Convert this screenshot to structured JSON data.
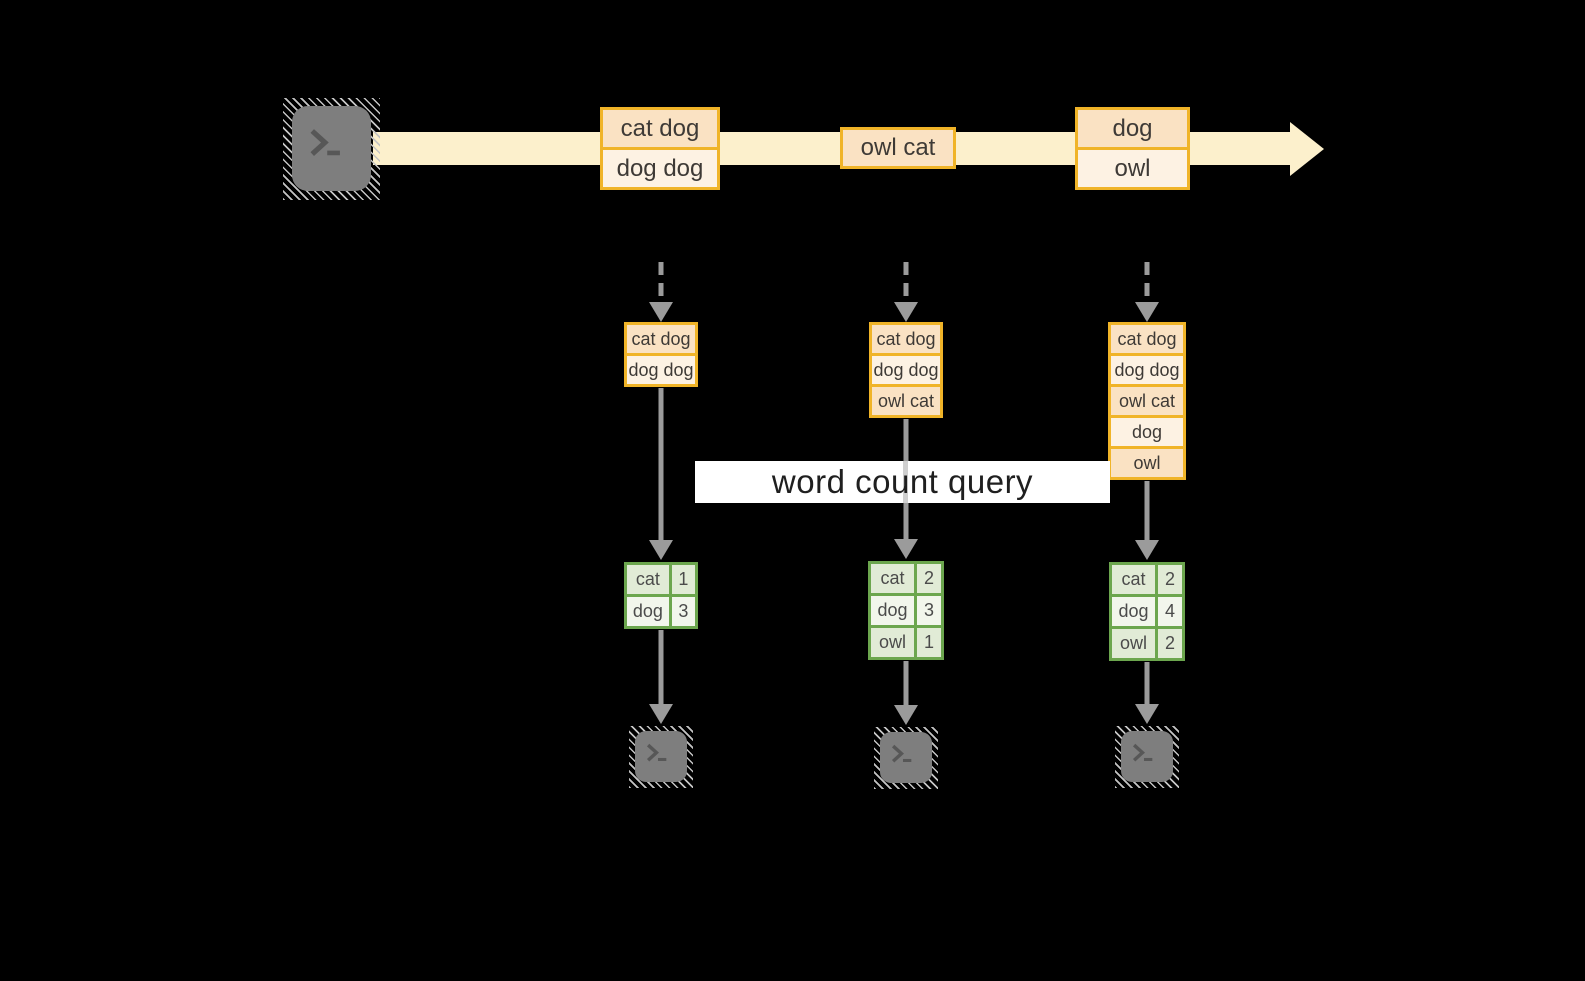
{
  "query": {
    "label": "word count query"
  },
  "stream": {
    "source_icon": "terminal-icon",
    "direction_icon": "right-arrow",
    "batches": [
      {
        "lines": [
          "cat dog",
          "dog dog"
        ]
      },
      {
        "lines": [
          "owl cat"
        ]
      },
      {
        "lines": [
          "dog",
          "owl"
        ]
      }
    ]
  },
  "columns": [
    {
      "input_icon": "dashed-down-arrow",
      "state_lines": [
        "cat dog",
        "dog dog"
      ],
      "counts": [
        {
          "word": "cat",
          "count": 1
        },
        {
          "word": "dog",
          "count": 3
        }
      ],
      "sink_icon": "terminal-icon"
    },
    {
      "input_icon": "dashed-down-arrow",
      "state_lines": [
        "cat dog",
        "dog dog",
        "owl cat"
      ],
      "counts": [
        {
          "word": "cat",
          "count": 2
        },
        {
          "word": "dog",
          "count": 3
        },
        {
          "word": "owl",
          "count": 1
        }
      ],
      "sink_icon": "terminal-icon"
    },
    {
      "input_icon": "dashed-down-arrow",
      "state_lines": [
        "cat dog",
        "dog dog",
        "owl cat",
        "dog",
        "owl"
      ],
      "counts": [
        {
          "word": "cat",
          "count": 2
        },
        {
          "word": "dog",
          "count": 4
        },
        {
          "word": "owl",
          "count": 2
        }
      ],
      "sink_icon": "terminal-icon"
    }
  ],
  "colors": {
    "background": "#000000",
    "stream_band": "#fcf0cc",
    "orange_border": "#f0b428",
    "peach_fill": "#fae2c3",
    "cream_fill": "#fdf2e3",
    "box_text": "#3e3a36",
    "arrow_gray": "#9b9b9b",
    "green_border": "#6ca64e",
    "green_fill": "#e1ebd6",
    "green_fill_light": "#f2f6ec",
    "green_text": "#4b4b4b",
    "query_text": "#1f1f1f",
    "query_bg": "#ffffff",
    "terminal_fill": "#7e7e7e",
    "terminal_glyph": "#575757",
    "hatch": "#c4c4c4"
  }
}
